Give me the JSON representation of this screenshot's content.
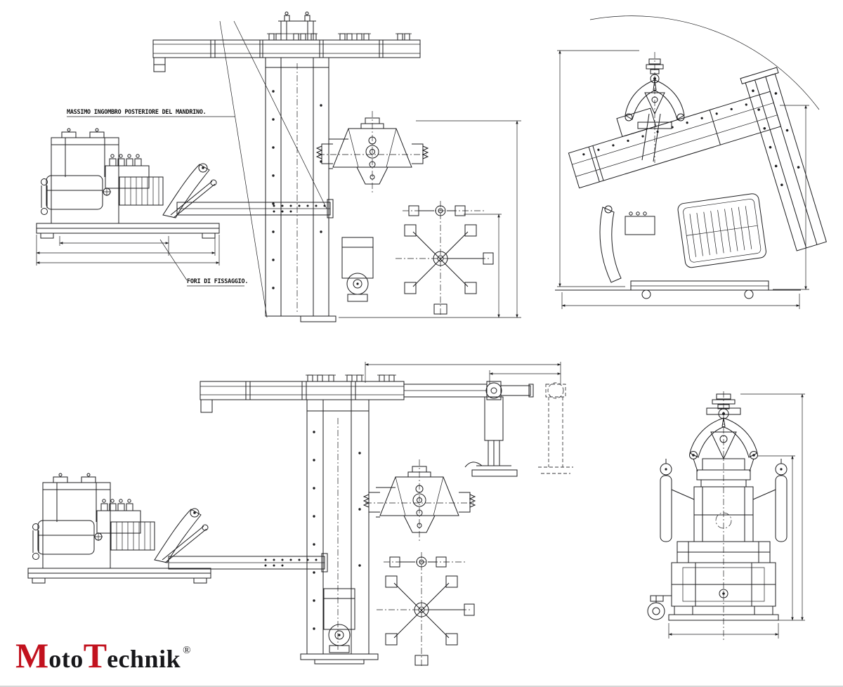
{
  "sheet": {
    "background_color": "#ffffff",
    "line_color": "#1d1d1f"
  },
  "annotations": {
    "max_rear_overhang": "MASSIMO INGOMBRO POSTERIORE DEL MANDRINO.",
    "fixing_holes": "FORI DI FISSAGGIO."
  },
  "logo": {
    "m": "M",
    "oto": "oto",
    "t": "T",
    "echnik": "echnik",
    "registered": "®",
    "accent_color": "#c2121e",
    "text_color": "#17171a"
  }
}
